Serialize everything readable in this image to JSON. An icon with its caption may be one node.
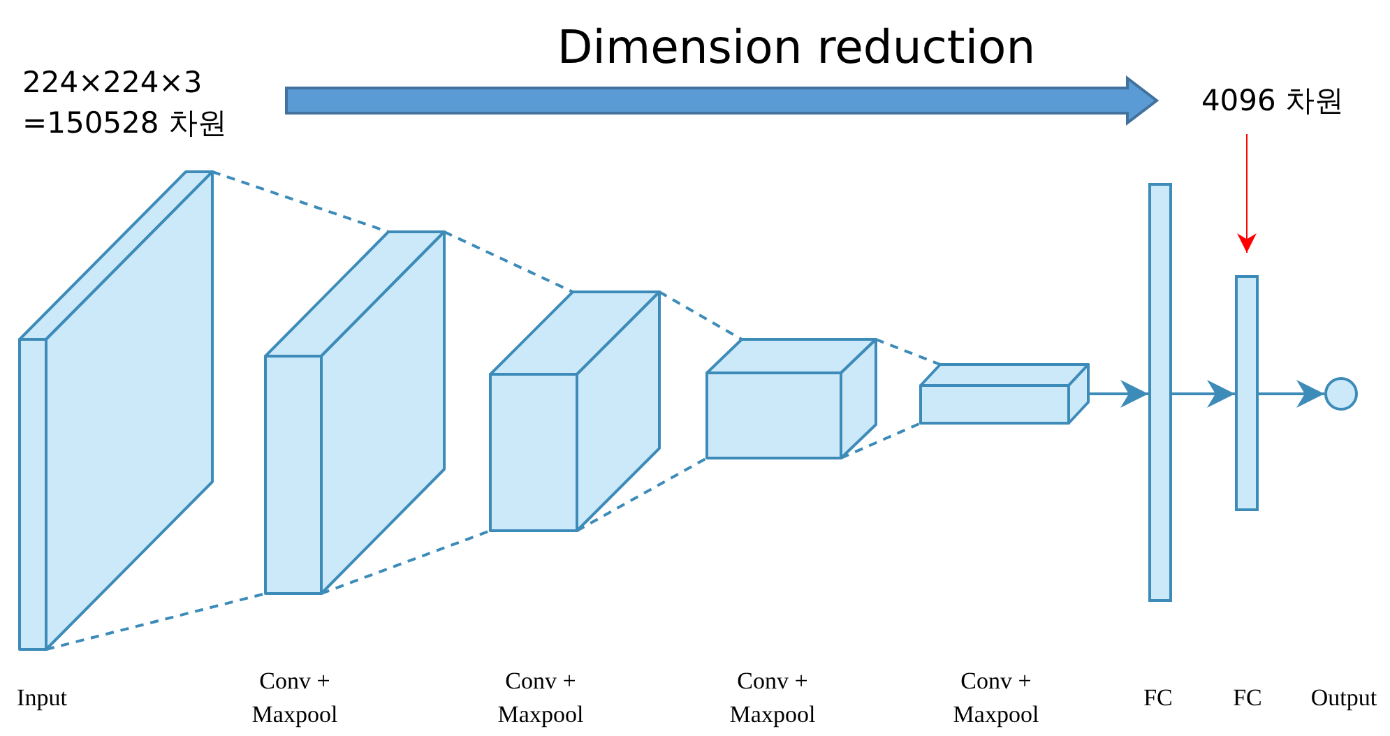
{
  "diagram": {
    "title": "Dimension reduction",
    "nodes": [
      {
        "text": [],
        "shape": "box"
      },
      {
        "text": [],
        "shape": "box"
      },
      {
        "text": [],
        "shape": "box"
      },
      {
        "text": [],
        "shape": "box"
      },
      {
        "text": [],
        "shape": "box"
      },
      {
        "text": [],
        "shape": "bar"
      },
      {
        "text": [],
        "shape": "bar"
      },
      {
        "text": [],
        "shape": "circle"
      },
      {
        "text": [
          "4096 차원"
        ]
      }
    ],
    "edges": [
      {
        "from": 0,
        "to": 1,
        "arrow": "none",
        "style": "dashed"
      },
      {
        "from": 0,
        "to": 1,
        "arrow": "none",
        "style": "dashed"
      },
      {
        "from": 1,
        "to": 2,
        "arrow": "none",
        "style": "dashed"
      },
      {
        "from": 1,
        "to": 2,
        "arrow": "none",
        "style": "dashed"
      },
      {
        "from": 2,
        "to": 3,
        "arrow": "none",
        "style": "dashed"
      },
      {
        "from": 2,
        "to": 3,
        "arrow": "none",
        "style": "dashed"
      },
      {
        "from": 3,
        "to": 4,
        "arrow": "none",
        "style": "dashed"
      },
      {
        "from": 3,
        "to": 4,
        "arrow": "none",
        "style": "dashed"
      },
      {
        "from": 4,
        "to": 5,
        "arrow": "to"
      },
      {
        "from": 5,
        "to": 6,
        "arrow": "to"
      },
      {
        "from": 6,
        "to": 7,
        "arrow": "to"
      },
      {
        "from": 8,
        "to": 6,
        "arrow": "to",
        "color": "#ff0000"
      }
    ],
    "labels": [
      "224×224×3 =150528 차원",
      "Input",
      "Conv + Maxpool",
      "Conv + Maxpool",
      "Conv + Maxpool",
      "Conv + Maxpool",
      "FC",
      "FC",
      "Output"
    ]
  }
}
